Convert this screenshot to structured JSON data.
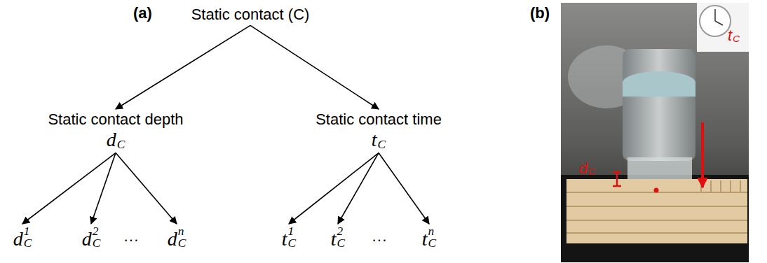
{
  "diagram": {
    "nodes": [
      {
        "text": [
          "Static contact (C)"
        ]
      },
      {
        "text": [
          "Static contact depth",
          "dC"
        ]
      },
      {
        "text": [
          "Static contact time",
          "tC"
        ]
      },
      {
        "text": [
          "dC1"
        ]
      },
      {
        "text": [
          "dC2"
        ]
      },
      {
        "text": [
          "dCn"
        ]
      },
      {
        "text": [
          "tC1"
        ]
      },
      {
        "text": [
          "tC2"
        ]
      },
      {
        "text": [
          "tCn"
        ]
      }
    ],
    "edges": [
      {
        "from": 0,
        "to": 1,
        "arrow": "to"
      },
      {
        "from": 0,
        "to": 2,
        "arrow": "to"
      },
      {
        "from": 1,
        "to": 3,
        "arrow": "to"
      },
      {
        "from": 1,
        "to": 4,
        "arrow": "to"
      },
      {
        "from": 1,
        "to": 5,
        "arrow": "to"
      },
      {
        "from": 2,
        "to": 6,
        "arrow": "to"
      },
      {
        "from": 2,
        "to": 7,
        "arrow": "to"
      },
      {
        "from": 2,
        "to": 8,
        "arrow": "to"
      }
    ],
    "labels": [
      "(a)",
      "(b)",
      "···",
      "···",
      "dC",
      "tC"
    ]
  }
}
